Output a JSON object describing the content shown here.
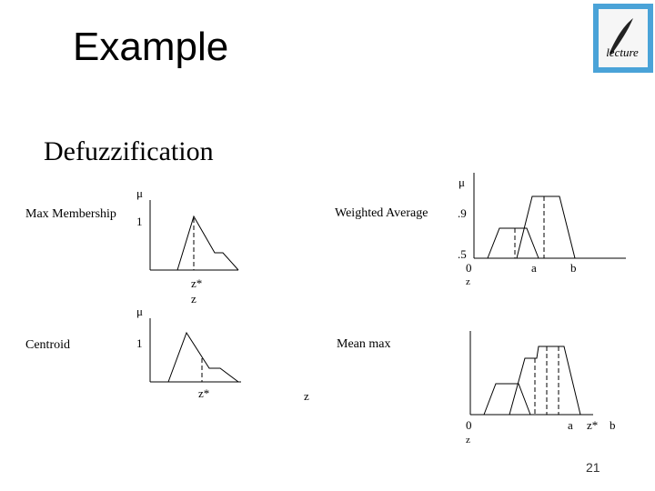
{
  "slide": {
    "title": "Example",
    "subtitle": "Defuzzification",
    "logo_text": "lecture",
    "number": "21"
  },
  "panels": {
    "max_membership": {
      "label": "Max Membership",
      "mu": "μ",
      "one": "1",
      "z_star": "z*",
      "z": "z"
    },
    "centroid": {
      "label": "Centroid",
      "mu": "μ",
      "one": "1",
      "z_star": "z*",
      "z": "z"
    },
    "weighted_average": {
      "label": "Weighted Average",
      "mu": "μ",
      "tick_9": ".9",
      "tick_5": ".5",
      "zero": "0",
      "a": "a",
      "b": "b",
      "z": "z"
    },
    "mean_max": {
      "label": "Mean max",
      "zero": "0",
      "a": "a",
      "z_star": "z*",
      "b": "b",
      "z": "z"
    }
  },
  "colors": {
    "logo_bg": "#4aa3d8",
    "logo_card": "#f6f6f6",
    "stroke": "#000000"
  }
}
